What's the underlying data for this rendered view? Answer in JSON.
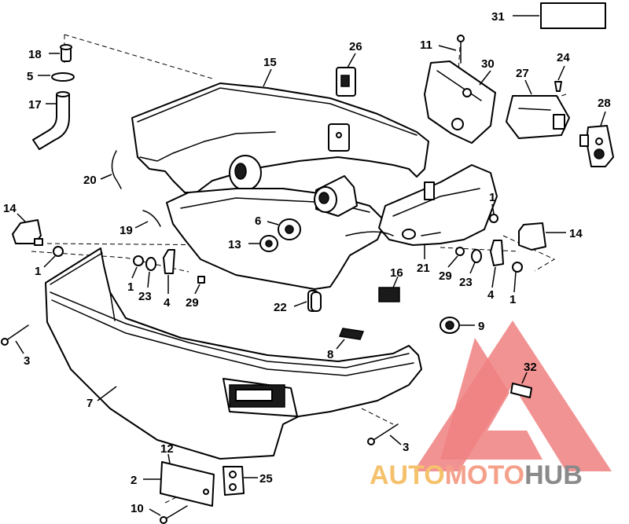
{
  "callouts": [
    {
      "id": "c31",
      "text": "31"
    },
    {
      "id": "c18",
      "text": "18"
    },
    {
      "id": "c5",
      "text": "5"
    },
    {
      "id": "c17",
      "text": "17"
    },
    {
      "id": "c15",
      "text": "15"
    },
    {
      "id": "c26",
      "text": "26"
    },
    {
      "id": "c11",
      "text": "11"
    },
    {
      "id": "c30",
      "text": "30"
    },
    {
      "id": "c27",
      "text": "27"
    },
    {
      "id": "c24",
      "text": "24"
    },
    {
      "id": "c28",
      "text": "28"
    },
    {
      "id": "c20",
      "text": "20"
    },
    {
      "id": "c14a",
      "text": "14"
    },
    {
      "id": "c19",
      "text": "19"
    },
    {
      "id": "c6",
      "text": "6"
    },
    {
      "id": "c13",
      "text": "13"
    },
    {
      "id": "c1a",
      "text": "1"
    },
    {
      "id": "c1b",
      "text": "1"
    },
    {
      "id": "c23a",
      "text": "23"
    },
    {
      "id": "c4a",
      "text": "4"
    },
    {
      "id": "c29a",
      "text": "29"
    },
    {
      "id": "c22",
      "text": "22"
    },
    {
      "id": "c16",
      "text": "16"
    },
    {
      "id": "c21",
      "text": "21"
    },
    {
      "id": "c29b",
      "text": "29"
    },
    {
      "id": "c23b",
      "text": "23"
    },
    {
      "id": "c4b",
      "text": "4"
    },
    {
      "id": "c1c",
      "text": "1"
    },
    {
      "id": "c1d",
      "text": "1"
    },
    {
      "id": "c14b",
      "text": "14"
    },
    {
      "id": "c3a",
      "text": "3"
    },
    {
      "id": "c9",
      "text": "9"
    },
    {
      "id": "c8",
      "text": "8"
    },
    {
      "id": "c7",
      "text": "7"
    },
    {
      "id": "c32",
      "text": "32"
    },
    {
      "id": "c3b",
      "text": "3"
    },
    {
      "id": "c12",
      "text": "12"
    },
    {
      "id": "c2",
      "text": "2"
    },
    {
      "id": "c25",
      "text": "25"
    },
    {
      "id": "c10",
      "text": "10"
    }
  ],
  "watermark": {
    "part1": "AUTO",
    "part2": "MOTO",
    "part3": "HUB",
    "colors": {
      "auto": "#f5c16c",
      "moto": "#f4a08a",
      "hub": "#8a8a8a",
      "triangle": "#f08080"
    }
  }
}
